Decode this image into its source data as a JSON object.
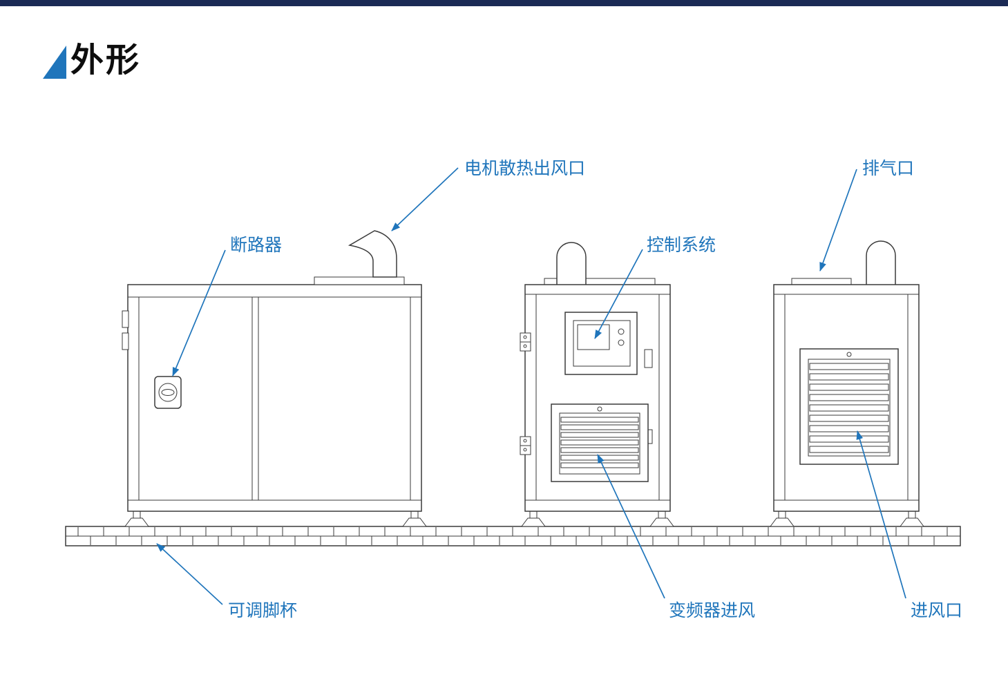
{
  "page": {
    "section_title": "外形"
  },
  "colors": {
    "accent_blue": "#1f75bb",
    "top_bar_navy": "#1b2a55",
    "line_gray": "#3a3a3a"
  },
  "diagram": {
    "labels": {
      "motor_outlet": "电机散热出风口",
      "exhaust_port": "排气口",
      "circuit_breaker": "断路器",
      "control_system": "控制系统",
      "adjustable_foot": "可调脚杯",
      "inverter_air_intake": "变频器进风",
      "air_inlet": "进风口"
    }
  }
}
